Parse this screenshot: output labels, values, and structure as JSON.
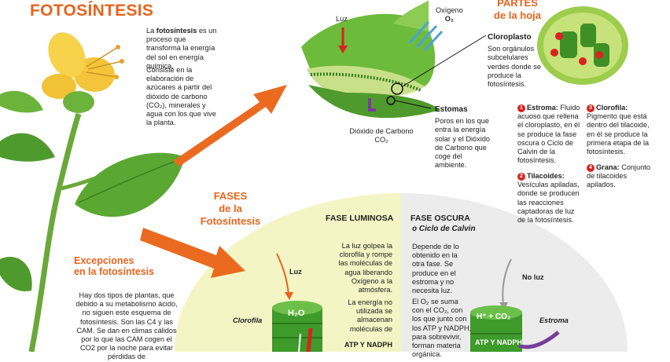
{
  "header": {
    "title": "FOTOSÍNTESIS",
    "intro_term": "fotosíntesis",
    "intro_lead": "La ",
    "intro_rest": " es un proceso que transforma la energía del sol en energía química.",
    "intro_2": "Consiste en la elaboración de azúcares a partir del dióxido de carbono (CO₂), minerales y agua con los que vive la planta."
  },
  "leaf": {
    "title_line1": "PARTES",
    "title_line2": "de la hoja",
    "luz": "Luz",
    "oxigeno": "Oxígeno",
    "o2": "O₂",
    "co2_label": "Dióxido de Carbono",
    "co2_formula": "CO₂",
    "cloroplasto_title": "Cloroplasto",
    "cloroplasto_desc": "Son orgánulos subcelulares verdes donde se produce la fotosíntesis.",
    "estomas_title": "Estomas",
    "estomas_desc": "Poros en los que entra la energía solar y el Dióxido de Carbono que coge del ambiente."
  },
  "chloroplast_parts": [
    {
      "num": "1",
      "title": "Estroma:",
      "desc": "Fluido acuoso que rellena el cloroplasto, en él se produce la fase oscura o Ciclo de Calvin de la fotosíntesis."
    },
    {
      "num": "2",
      "title": "Tilacoides:",
      "desc": "Vesículas apiladas, donde se producen las reacciones captadoras de luz de la fotosíntesis."
    },
    {
      "num": "3",
      "title": "Clorofila:",
      "desc": "Pigmento que está dentro del tilacoide, en él se produce la primera etapa de la fotosíntesis."
    },
    {
      "num": "4",
      "title": "Grana:",
      "desc": "Conjunto de tilacoides apilados."
    }
  ],
  "phases": {
    "title_1": "FASES",
    "title_2": "de la",
    "title_3": "Fotosíntesis",
    "luminosa_title": "FASE LUMINOSA",
    "luminosa_p1": "La luz golpea la clorofila y rompe las moléculas de agua liberando Oxígeno a la atmósfera.",
    "luminosa_p2": "La energía no utilizada se almacenan moléculas de",
    "luminosa_p3": "ATP Y NADPH",
    "oscura_title": "FASE OSCURA",
    "oscura_sub": "o Ciclo de Calvin",
    "oscura_p1": "Depende de lo obtenido en la otra fase. Se produce en el estroma y no necesita luz.",
    "oscura_p2": "El O₂ se suma con el CO₂, con los que junto con los ATP y NADPH, para sobrevivir, forman materia orgánica.",
    "luz": "Luz",
    "no_luz": "No luz",
    "clorofila": "Clorofila",
    "h2o": "H₂O",
    "estroma": "Estroma",
    "h_co2": "H⁺ + CO₂",
    "atp_nadph": "ATP Y NADPH"
  },
  "exceptions": {
    "title_1": "Excepciones",
    "title_2": "en la fotosíntesis",
    "text": "Hay dos tipos de plantas, que debido a su metabolismo ácido, no siguen este esquema de fotosíntesis. Son las C4 y las CAM. Se dan en climas cálidos por lo que las CAM cogen el CO2 por la noche para evitar pérdidas de"
  },
  "colors": {
    "accent": "#e8641c",
    "leaf_green": "#5aa832",
    "light_green": "#a9cf5a",
    "dark_green": "#2f7d1e",
    "red": "#d9231f",
    "pale_yellow": "#f5f6c8",
    "pale_gray": "#ececec"
  }
}
